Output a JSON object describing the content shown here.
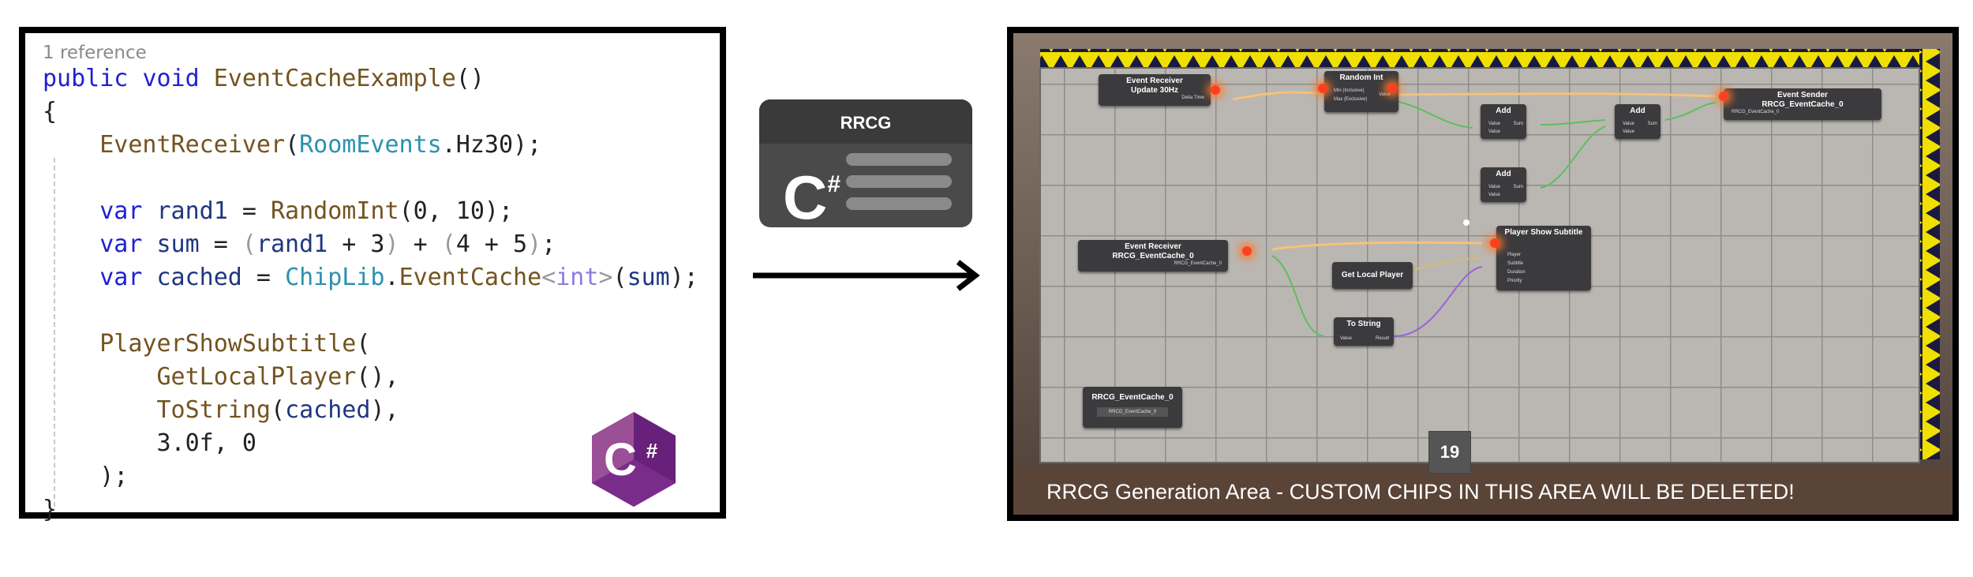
{
  "code": {
    "reference": "1 reference",
    "lines": [
      [
        {
          "t": "public",
          "c": "kw"
        },
        {
          "t": " "
        },
        {
          "t": "void",
          "c": "kw"
        },
        {
          "t": " "
        },
        {
          "t": "EventCacheExample",
          "c": "fn"
        },
        {
          "t": "()"
        }
      ],
      [
        {
          "t": "{"
        }
      ],
      [
        {
          "t": "    "
        },
        {
          "t": "EventReceiver",
          "c": "fn"
        },
        {
          "t": "("
        },
        {
          "t": "RoomEvents",
          "c": "ty"
        },
        {
          "t": ".Hz30);"
        }
      ],
      [],
      [
        {
          "t": "    "
        },
        {
          "t": "var",
          "c": "kw"
        },
        {
          "t": " "
        },
        {
          "t": "rand1",
          "c": "var"
        },
        {
          "t": " = "
        },
        {
          "t": "RandomInt",
          "c": "fn"
        },
        {
          "t": "(0, 10);"
        }
      ],
      [
        {
          "t": "    "
        },
        {
          "t": "var",
          "c": "kw"
        },
        {
          "t": " "
        },
        {
          "t": "sum",
          "c": "var"
        },
        {
          "t": " = "
        },
        {
          "t": "(",
          "c": "pn"
        },
        {
          "t": "rand1",
          "c": "var"
        },
        {
          "t": " + 3"
        },
        {
          "t": ")",
          "c": "pn"
        },
        {
          "t": " + "
        },
        {
          "t": "(",
          "c": "pn"
        },
        {
          "t": "4 + 5"
        },
        {
          "t": ")",
          "c": "pn"
        },
        {
          "t": ";"
        }
      ],
      [
        {
          "t": "    "
        },
        {
          "t": "var",
          "c": "kw"
        },
        {
          "t": " "
        },
        {
          "t": "cached",
          "c": "var"
        },
        {
          "t": " = "
        },
        {
          "t": "ChipLib",
          "c": "ty"
        },
        {
          "t": "."
        },
        {
          "t": "EventCache",
          "c": "fn"
        },
        {
          "t": "<",
          "c": "pn"
        },
        {
          "t": "int",
          "c": "tp"
        },
        {
          "t": ">",
          "c": "pn"
        },
        {
          "t": "("
        },
        {
          "t": "sum",
          "c": "var"
        },
        {
          "t": ");"
        }
      ],
      [],
      [
        {
          "t": "    "
        },
        {
          "t": "PlayerShowSubtitle",
          "c": "fn"
        },
        {
          "t": "("
        }
      ],
      [
        {
          "t": "        "
        },
        {
          "t": "GetLocalPlayer",
          "c": "fn"
        },
        {
          "t": "(),"
        }
      ],
      [
        {
          "t": "        "
        },
        {
          "t": "ToString",
          "c": "fn"
        },
        {
          "t": "("
        },
        {
          "t": "cached",
          "c": "var"
        },
        {
          "t": "),"
        }
      ],
      [
        {
          "t": "        3.0f, 0"
        }
      ],
      [
        {
          "t": "    );"
        }
      ],
      [
        {
          "t": "}"
        }
      ]
    ]
  },
  "badge": {
    "title": "RRCG",
    "glyph": "C",
    "glyph_sup": "#"
  },
  "csharp_logo": {
    "glyph": "C",
    "sup": "#"
  },
  "editor": {
    "footer": "RRCG Generation Area - CUSTOM CHIPS IN THIS AREA WILL BE DELETED!",
    "counter": "19",
    "chips": {
      "event_receiver_1": {
        "title": "Event Receiver\nUpdate 30Hz",
        "port_out": "Delta Time"
      },
      "random_int": {
        "title": "Random Int",
        "port_min": "Min (Inclusive)",
        "port_max": "Max (Exclusive)",
        "port_value": "Value"
      },
      "add_1": {
        "title": "Add",
        "port_a": "Value",
        "port_b": "Value",
        "port_sum": "Sum"
      },
      "add_2": {
        "title": "Add",
        "port_a": "Value",
        "port_b": "Value",
        "port_sum": "Sum"
      },
      "add_3": {
        "title": "Add",
        "port_a": "Value",
        "port_b": "Value",
        "port_sum": "Sum"
      },
      "event_sender": {
        "title": "Event Sender\nRRCG_EventCache_0",
        "port_in": "RRCG_EventCache_0"
      },
      "event_receiver_2": {
        "title": "Event Receiver\nRRCG_EventCache_0",
        "port_out": "RRCG_EventCache_0"
      },
      "get_local_player": {
        "title": "Get Local Player"
      },
      "player_show_subtitle": {
        "title": "Player Show Subtitle",
        "ports": [
          "Player",
          "Subtitle",
          "Duration",
          "Priority"
        ]
      },
      "to_string": {
        "title": "To String",
        "port_in": "Value",
        "port_out": "Result"
      },
      "event_def": {
        "title": "RRCG_EventCache_0",
        "sub": "RRCG_EventCache_0"
      }
    }
  }
}
